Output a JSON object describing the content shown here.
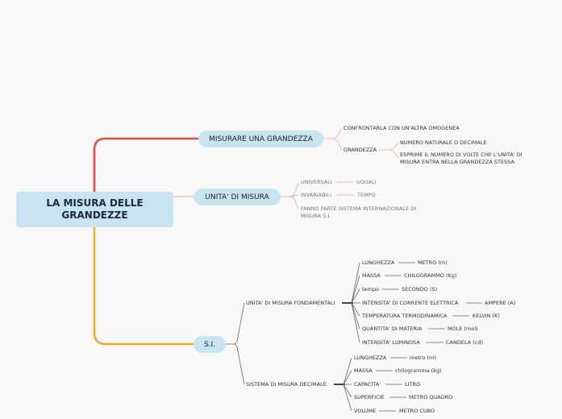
{
  "root": "LA MISURA DELLE GRANDEZZE",
  "b1": {
    "label": "MISURARE UNA GRANDEZZA",
    "c1": "CONFRONTARLA CON UN'ALTRA OMOGENEA",
    "c2": "GRANDEZZA",
    "c2a": "NUMERO NATURALE O DECIMALE",
    "c2b_l1": "ESPRIME IL NUMERO DI VOLTE CHE L'UNITA' DI",
    "c2b_l2": "MISURA ENTRA NELLA GRANDEZZA STESSA"
  },
  "b2": {
    "label": "UNITA' DI MISURA",
    "r1": [
      "UNIVERSALI",
      "UGUALI"
    ],
    "r2": [
      "INVARIABILI",
      "TEMPO"
    ],
    "r3_l1": "FANNO PARTE  SISTEMA INTERNAZIONALE DI",
    "r3_l2": "MISURA S.I."
  },
  "b3": {
    "label": "S.I.",
    "fond": {
      "label": "UNITA' DI MISURA FONDAMENTALI",
      "rows": [
        [
          "LUNGHEZZA",
          "METRO (m)"
        ],
        [
          "MASSA",
          "CHILOGRAMMO (Kg)"
        ],
        [
          "tempo",
          "SECONDO (S)"
        ],
        [
          "INTENSITA' DI CORRENTE ELETTRICA",
          "AMPERE  (A)"
        ],
        [
          "TEMPERATURA TERMODINAMICA",
          "KELVIN (K)"
        ],
        [
          "QUANTITA' DI MATERIA",
          "MOLE (mol)"
        ],
        [
          "INTENSITA' LUMINOSA",
          "CANDELA (cd)"
        ]
      ]
    },
    "dec": {
      "label": "SISTEMA DI MISURA DECIMALE",
      "rows": [
        [
          "LUNGHEZZA",
          "metro (m)"
        ],
        [
          "MASSA",
          "chilogramma (kg)"
        ],
        [
          "CAPACITA'",
          "LITRO"
        ],
        [
          "SUPERFICIE",
          "METRO QUADRO"
        ],
        [
          "VOLUME",
          "METRO CUBO"
        ]
      ]
    }
  },
  "colors": {
    "red": "#e04e4e",
    "orange": "#f5a623",
    "salmon": "#f2a58e",
    "grey": "#555555"
  }
}
